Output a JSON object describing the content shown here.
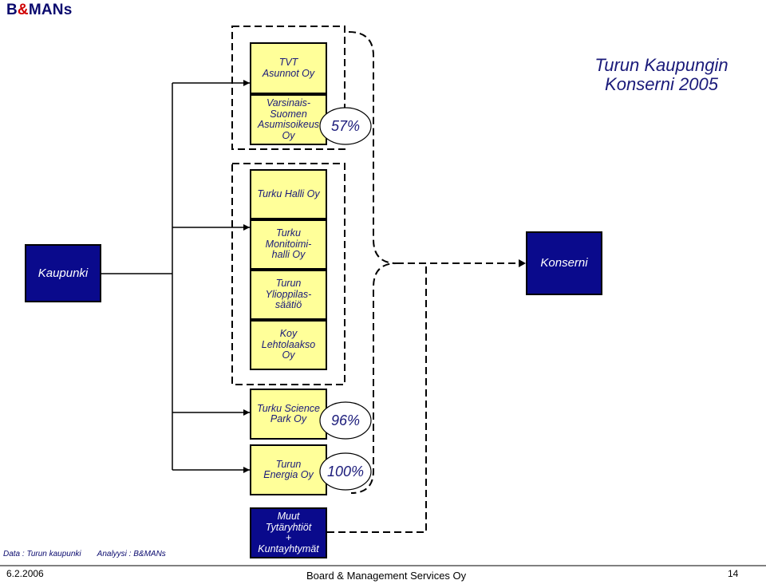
{
  "header": {
    "brand_b": "B",
    "brand_amp": "&",
    "brand_rest": "MANs"
  },
  "title": {
    "line1": "Turun Kaupungin",
    "line2": "Konserni 2005"
  },
  "nodes": {
    "kaupunki": "Kaupunki",
    "konserni": "Konserni",
    "tvt": [
      "TVT",
      "Asunnot Oy"
    ],
    "varsinais": [
      "Varsinais-",
      "Suomen",
      "Asumisoikeus",
      "Oy"
    ],
    "halli": [
      "Turku Halli Oy"
    ],
    "monitoimi": [
      "Turku",
      "Monitoimi-",
      "halli Oy"
    ],
    "ylioppilas": [
      "Turun",
      "Ylioppilas-",
      "säätiö"
    ],
    "lehtolaakso": [
      "Koy",
      "Lehtolaakso",
      "Oy"
    ],
    "science": [
      "Turku Science",
      "Park Oy"
    ],
    "energia": [
      "Turun",
      "Energia Oy"
    ],
    "muut": [
      "Muut",
      "Tytäryhtiöt",
      "+",
      "Kuntayhtymät"
    ]
  },
  "percentages": {
    "asunnot": "57%",
    "science": "96%",
    "energia": "100%"
  },
  "footer": {
    "data_label": "Data : Turun  kaupunki",
    "analysis_label": "Analyysi : B&MANs",
    "date": "6.2.2006",
    "company": "Board & Management Services Oy",
    "page": "14"
  },
  "colors": {
    "navy_box": "#0a0a8c",
    "yellow_box": "#ffff99",
    "text_navy": "#1a1a7a",
    "brand_red": "#d00000"
  }
}
